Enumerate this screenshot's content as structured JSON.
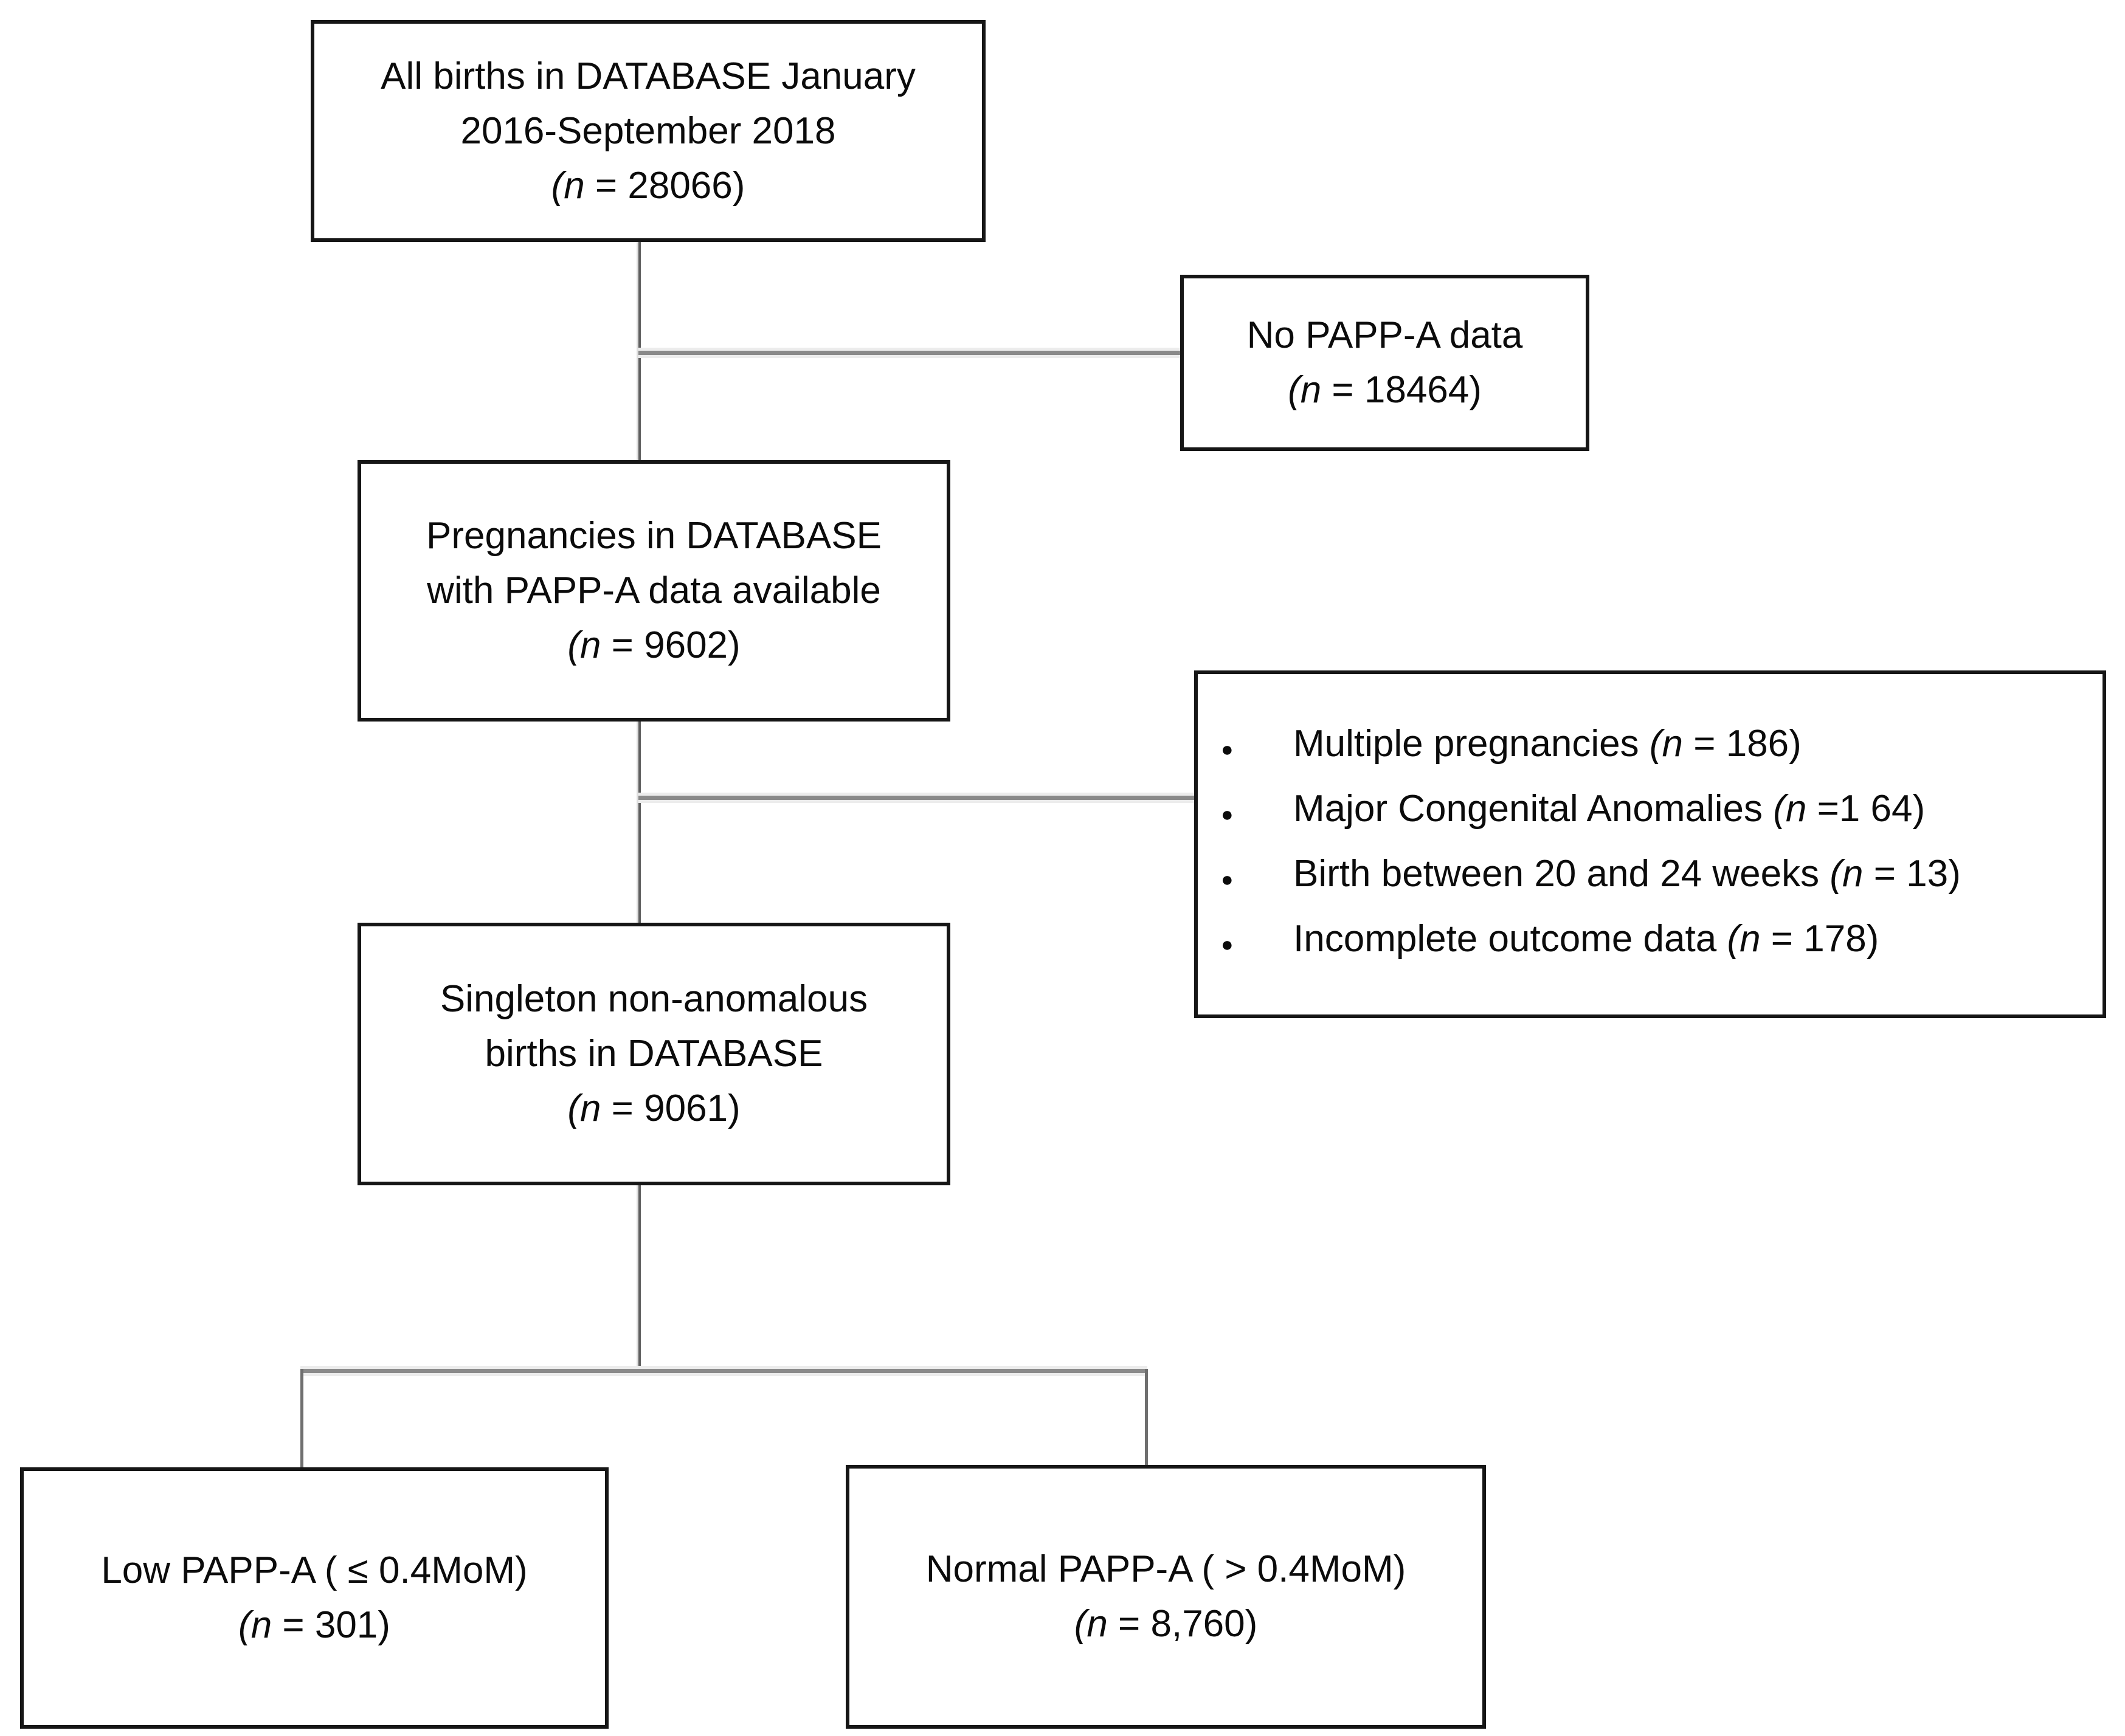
{
  "figure": {
    "background": "#ffffff",
    "box_border_color": "#161616",
    "vertical_connector_color": "#5f5f5f",
    "horizontal_connector_color": "#8a8a8a",
    "boxes": {
      "all_births": {
        "lines": [
          "All births in DATABASE January",
          "2016-September 2018"
        ],
        "count": {
          "pre": "",
          "it": "(n",
          "post": " = 28066)"
        }
      },
      "no_papp_a": {
        "lines": [
          "No PAPP-A data"
        ],
        "count": {
          "pre": "",
          "it": "(n",
          "post": " = 18464)"
        }
      },
      "pregnancies": {
        "lines": [
          "Pregnancies in DATABASE",
          "with PAPP-A data available"
        ],
        "count": {
          "pre": "",
          "it": "(n",
          "post": " = 9602)"
        }
      },
      "exclusions": {
        "bullet": "●",
        "items": [
          {
            "pre": "Multiple pregnancies ",
            "it": "(n",
            "post": " = 186)"
          },
          {
            "pre": "Major Congenital Anomalies ",
            "it": "(n",
            "post": " =1 64)"
          },
          {
            "pre": "Birth between 20 and 24 weeks ",
            "it": "(n",
            "post": " = 13)"
          },
          {
            "pre": "Incomplete outcome data ",
            "it": "(n",
            "post": " = 178)"
          }
        ]
      },
      "singleton": {
        "lines": [
          "Singleton non-anomalous",
          "births in DATABASE"
        ],
        "count": {
          "pre": "",
          "it": "(n",
          "post": " = 9061)"
        }
      },
      "low_papp_a": {
        "lines": [
          "Low PAPP-A ( ≤ 0.4MoM)"
        ],
        "count": {
          "pre": "",
          "it": "(n",
          "post": " = 301)"
        }
      },
      "normal_papp_a": {
        "lines": [
          "Normal PAPP-A ( > 0.4MoM)"
        ],
        "count": {
          "pre": "",
          "it": "(n",
          "post": " = 8,760)"
        }
      }
    }
  }
}
